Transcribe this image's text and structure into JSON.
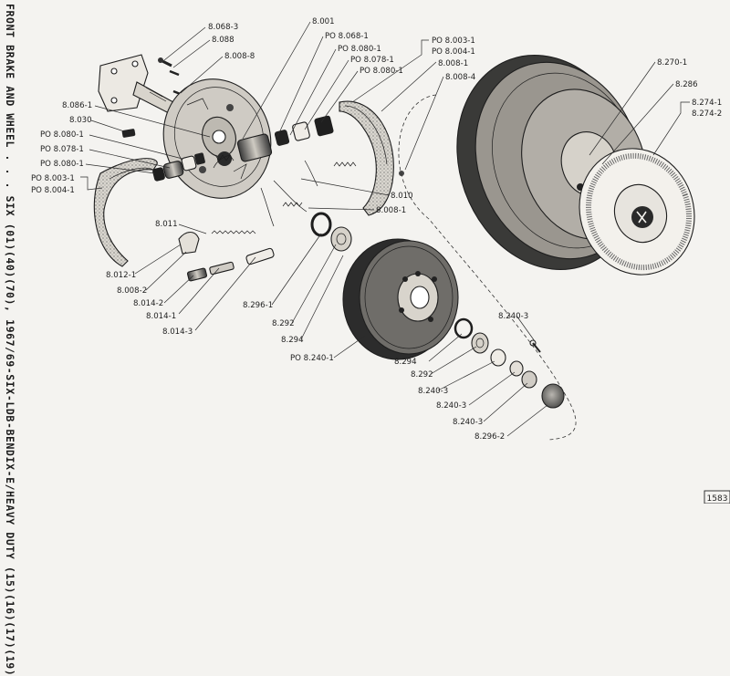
{
  "title": "FRONT BRAKE AND WHEEL . . . SIX (01)(40)(70), 1967/69-SIX-LDB-BENDIX-E/HEAVY DUTY (15)(16)(17)(19)",
  "page_number": "1583",
  "callouts": {
    "c8068_3": "8.068-3",
    "c8088": "8.088",
    "c8008_8": "8.008-8",
    "c8001": "8.001",
    "po8068_1": "PO 8.068-1",
    "po8080_1_top": "PO 8.080-1",
    "po8078_1_top": "PO 8.078-1",
    "po8080_1_top2": "PO 8.080-1",
    "po8003_1_top": "PO 8.003-1",
    "po8004_1_top": "PO 8.004-1",
    "c8008_1_top": "8.008-1",
    "c8008_4": "8.008-4",
    "c8270_1": "8.270-1",
    "c8286": "8.286",
    "c8274_1": "8.274-1",
    "c8274_2": "8.274-2",
    "c8086_1": "8.086-1",
    "c8030": "8.030",
    "po8080_1_left": "PO 8.080-1",
    "po8078_1_left": "PO 8.078-1",
    "po8080_1_left2": "PO 8.080-1",
    "po8003_1_left": "PO 8.003-1",
    "po8004_1_left": "PO 8.004-1",
    "c8010": "8.010",
    "c8008_1_mid": "8.008-1",
    "c8011": "8.011",
    "c8012_1": "8.012-1",
    "c8008_2": "8.008-2",
    "c8014_2": "8.014-2",
    "c8014_1": "8.014-1",
    "c8014_3": "8.014-3",
    "c8296_1": "8.296-1",
    "c8292_mid": "8.292",
    "c8294_mid": "8.294",
    "po8240_1": "PO 8.240-1",
    "c8240_3_top": "8.240-3",
    "c8294_low": "8.294",
    "c8292_low": "8.292",
    "c8240_3_a": "8.240-3",
    "c8240_3_b": "8.240-3",
    "c8240_3_c": "8.240-3",
    "c8296_2": "8.296-2"
  },
  "icons": {
    "hubcap_emblem": "ram-emblem-icon"
  }
}
